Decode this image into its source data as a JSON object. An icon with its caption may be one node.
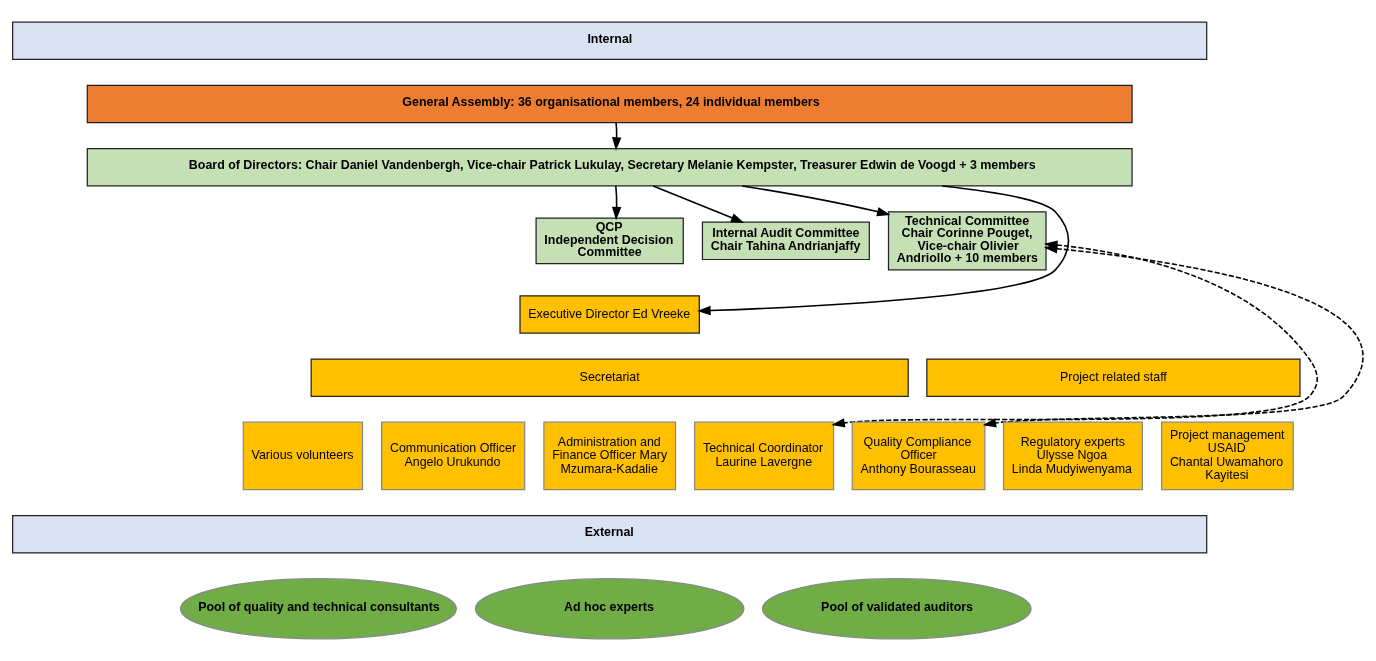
{
  "diagram": {
    "nodes": [
      {
        "text": [
          "Internal"
        ]
      },
      {
        "text": [
          "General Assembly: 36 organisational members, 24 individual members"
        ]
      },
      {
        "text": [
          "Board of Directors: Chair Daniel Vandenbergh, Vice-chair Patrick Lukulay, Secretary Melanie Kempster, Treasurer Edwin de Voogd + 3 members"
        ]
      },
      {
        "text": [
          "QCP",
          "Independent Decision Committee"
        ]
      },
      {
        "text": [
          "Internal Audit Committee",
          "Chair Tahina Andrianjaffy"
        ]
      },
      {
        "text": [
          "Technical Committee",
          "Chair Corinne Pouget, Vice-chair Olivier Andriollo + 10 members"
        ]
      },
      {
        "text": [
          "Executive Director Ed Vreeke"
        ]
      },
      {
        "text": [
          "Secretariat"
        ]
      },
      {
        "text": [
          "Project related staff"
        ]
      },
      {
        "text": [
          "Various volunteers"
        ]
      },
      {
        "text": [
          "Communication Officer",
          "Angelo Urukundo"
        ]
      },
      {
        "text": [
          "Administration and Finance Officer Mary Mzumara-Kadalie"
        ]
      },
      {
        "text": [
          "Technical Coordinator",
          "Laurine Lavergne"
        ]
      },
      {
        "text": [
          "Quality Compliance Officer",
          "Anthony Bourasseau"
        ]
      },
      {
        "text": [
          "Regulatory experts",
          "Ulysse Ngoa",
          "Linda Mudyiwenyama"
        ]
      },
      {
        "text": [
          "Project management",
          "USAID",
          "Chantal Uwamahoro Kayitesi"
        ]
      },
      {
        "text": [
          "External"
        ]
      },
      {
        "text": [
          "Pool of quality and technical consultants"
        ]
      },
      {
        "text": [
          "Ad hoc experts"
        ]
      },
      {
        "text": [
          "Pool of validated auditors"
        ]
      }
    ],
    "edges": [
      {
        "from": 1,
        "to": 2,
        "arrow": "to"
      },
      {
        "from": 2,
        "to": 3,
        "arrow": "to"
      },
      {
        "from": 2,
        "to": 4,
        "arrow": "to"
      },
      {
        "from": 2,
        "to": 5,
        "arrow": "to"
      },
      {
        "from": 2,
        "to": 6,
        "arrow": "to"
      },
      {
        "from": 5,
        "to": 12,
        "arrow": "both",
        "style": "dashed"
      },
      {
        "from": 5,
        "to": 13,
        "arrow": "both",
        "style": "dashed"
      }
    ]
  }
}
